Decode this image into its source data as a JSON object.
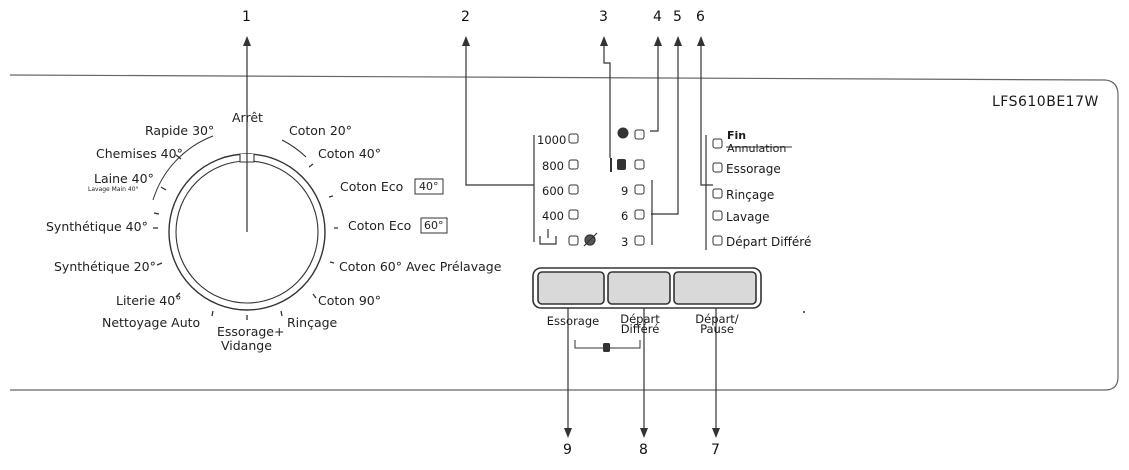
{
  "model": "LFS610BE17W",
  "callouts": [
    "1",
    "2",
    "3",
    "4",
    "5",
    "6",
    "7",
    "8",
    "9"
  ],
  "dial": {
    "top": "Arrêt",
    "programs": {
      "rapide": "Rapide 30°",
      "coton20": "Coton 20°",
      "chemises": "Chemises 40°",
      "coton40": "Coton 40°",
      "laine": "Laine 40°",
      "laine_sub": "Lavage Main 40°",
      "coton_eco": "Coton Eco",
      "eco_40": "40°",
      "eco_60": "60°",
      "synth40": "Synthétique 40°",
      "coton60": "Coton 60° Avec Prélavage",
      "synth20": "Synthétique 20°",
      "coton90": "Coton 90°",
      "literie": "Literie 40°",
      "nettoyage": "Nettoyage Auto",
      "rincage": "Rinçage",
      "essorage_vidange_1": "Essorage+",
      "essorage_vidange_2": "Vidange"
    }
  },
  "spin_speeds": [
    "1000",
    "800",
    "600",
    "400"
  ],
  "delay_hours": [
    "9",
    "6",
    "3"
  ],
  "status": {
    "fin": "Fin",
    "annulation": "Annulation",
    "essorage": "Essorage",
    "rincage": "Rinçage",
    "lavage": "Lavage",
    "depart_differe": "Départ Différé"
  },
  "buttons": {
    "essorage": "Essorage",
    "depart_1": "Départ",
    "depart_2": "Différé",
    "start_1": "Départ/",
    "start_2": "Pause"
  },
  "colors": {
    "line": "#444444",
    "panel_border": "#555555",
    "button_fill": "#d9d9d9"
  }
}
